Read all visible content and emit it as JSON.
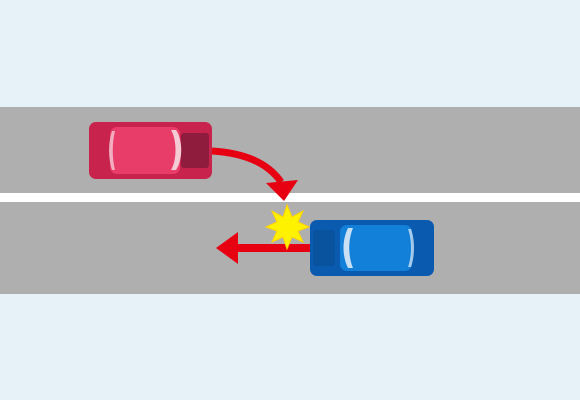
{
  "scene": {
    "type": "traffic-collision-diagram",
    "colors": {
      "background": "#e7f1f8",
      "road": "#afafaf",
      "lane_divider": "#ffffff",
      "arrow": "#e60012",
      "impact": "#fff200"
    }
  },
  "vehicles": [
    {
      "id": "red-car",
      "lane": "upper",
      "heading": "right",
      "maneuver": "lane-change-right",
      "colors": {
        "body": "#c7234d",
        "roof": "#e83d68",
        "window": "#f4cad5",
        "rear_glass": "#8f1c3c"
      }
    },
    {
      "id": "blue-car",
      "lane": "lower",
      "heading": "left",
      "maneuver": "straight",
      "colors": {
        "body": "#0a5bb0",
        "roof": "#1280d8",
        "window": "#c8dff4",
        "rear_glass": "#0a4a8e"
      }
    }
  ],
  "icons": {
    "impact": "collision-burst-icon",
    "merge_arrow": "curved-arrow-down-right-icon",
    "travel_arrow": "arrow-left-icon"
  }
}
